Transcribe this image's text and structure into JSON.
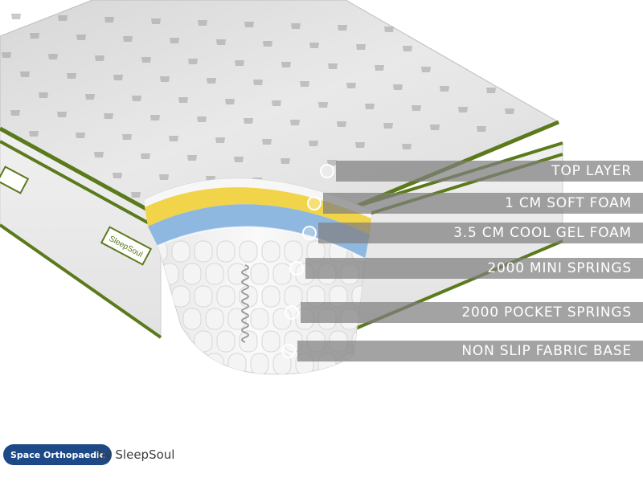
{
  "product": {
    "badge_label": "Space Orthopaedic",
    "by_text": "by",
    "brand_name": "SleepSoul",
    "side_tag_text": "SleepSoul"
  },
  "layers": [
    {
      "id": "top-layer",
      "label": "TOP LAYER"
    },
    {
      "id": "soft-foam",
      "label": "1 CM SOFT FOAM"
    },
    {
      "id": "cool-gel-foam",
      "label": "3.5 CM COOL GEL FOAM"
    },
    {
      "id": "mini-springs",
      "label": "2000 MINI SPRINGS"
    },
    {
      "id": "pocket-springs",
      "label": "2000 POCKET SPRINGS"
    },
    {
      "id": "fabric-base",
      "label": "NON SLIP FABRIC BASE"
    }
  ],
  "colors": {
    "piping_green": "#5b7a1c",
    "soft_foam_yellow": "#f2d44a",
    "gel_foam_blue": "#8fb8e0",
    "label_bar": "#808080",
    "badge_blue": "#1d4a86"
  },
  "icons": [
    "circle-marker-icon"
  ]
}
